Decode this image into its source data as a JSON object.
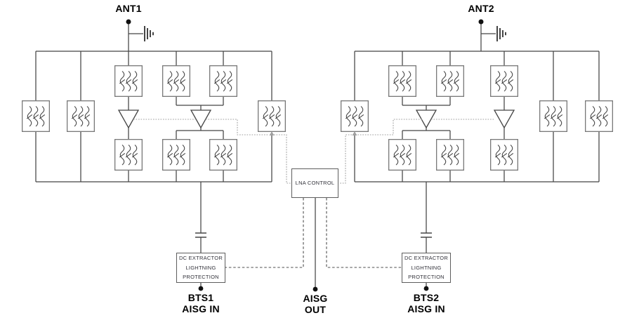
{
  "ports": {
    "ant1": "ANT1",
    "ant2": "ANT2",
    "bts1": [
      "BTS1",
      "AISG IN"
    ],
    "aisg_out": [
      "AISG",
      "OUT"
    ],
    "bts2": [
      "BTS2",
      "AISG IN"
    ]
  },
  "blocks": {
    "lna_control": "LNA CONTROL",
    "dc_extractor_left": [
      "DC EXTRACTOR",
      "LIGHTNING",
      "PROTECTION"
    ],
    "dc_extractor_right": [
      "DC EXTRACTOR",
      "LIGHTNING",
      "PROTECTION"
    ]
  },
  "icons": {
    "filter": "boxed triple-wave bandpass-filter symbol",
    "amplifier": "downward-pointing triangle (LNA)",
    "ground": "right-pointing chassis-ground bars",
    "capacitor": "two parallel plates (DC block)",
    "port_dot": "filled terminal dot"
  },
  "colors": {
    "background": "#ffffff",
    "line": "#454545",
    "filter-border": "#787878",
    "dotted": "#a0a0a0",
    "dashed": "#4f4f4f",
    "box-border": "#5d5d5d",
    "box-text": "#32323a",
    "label-text": "#000000"
  }
}
